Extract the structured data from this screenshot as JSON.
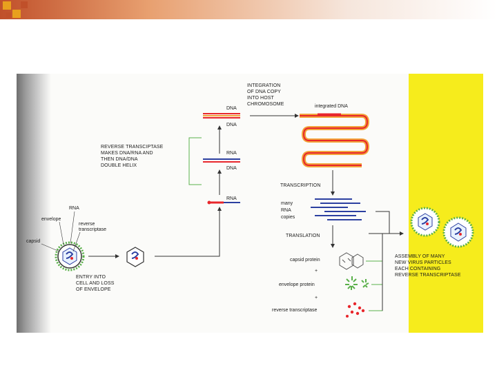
{
  "colors": {
    "title_bar_gradient_start": "#c0502a",
    "title_bar_gradient_end": "#ffffff",
    "deco_square_orange": "#e8a01e",
    "deco_square_dark": "#c0502a",
    "panel_yellow": "#f6ec1c",
    "dna_red": "#e8262b",
    "dna_orange": "#f2a33a",
    "rna_blue": "#2b3fa0",
    "arrow_green": "#5ab04a",
    "arrow_dark": "#333333"
  },
  "diagram": {
    "labels": {
      "rna_virus": "RNA",
      "envelope": "envelope",
      "reverse": "reverse",
      "transcriptase": "transcriptase",
      "capsid": "capsid",
      "entry_1": "ENTRY INTO",
      "entry_2": "CELL AND LOSS",
      "entry_3": "OF ENVELOPE",
      "rt_1": "REVERSE TRANSCIPTASE",
      "rt_2": "MAKES DNA/RNA AND",
      "rt_3": "THEN DNA/DNA",
      "rt_4": "DOUBLE HELIX",
      "dna_top": "DNA",
      "dna_mid": "DNA",
      "rna_mid": "RNA",
      "dna_low": "DNA",
      "rna_low": "RNA",
      "int_1": "INTEGRATION",
      "int_2": "OF DNA COPY",
      "int_3": "INTO HOST",
      "int_4": "CHROMOSOME",
      "integrated_dna": "integrated DNA",
      "transcription": "TRANSCRIPTION",
      "many": "many",
      "rna_copies": "RNA",
      "copies": "copies",
      "translation": "TRANSLATION",
      "capsid_protein": "capsid protein",
      "plus_1": "+",
      "envelope_protein": "envelope protein",
      "plus_2": "+",
      "reverse_transcriptase": "reverse transcriptase",
      "asm_1": "ASSEMBLY OF MANY",
      "asm_2": "NEW VIRUS PARTICLES",
      "asm_3": "EACH CONTAINING",
      "asm_4": "REVERSE TRANSCRIPTASE"
    }
  }
}
